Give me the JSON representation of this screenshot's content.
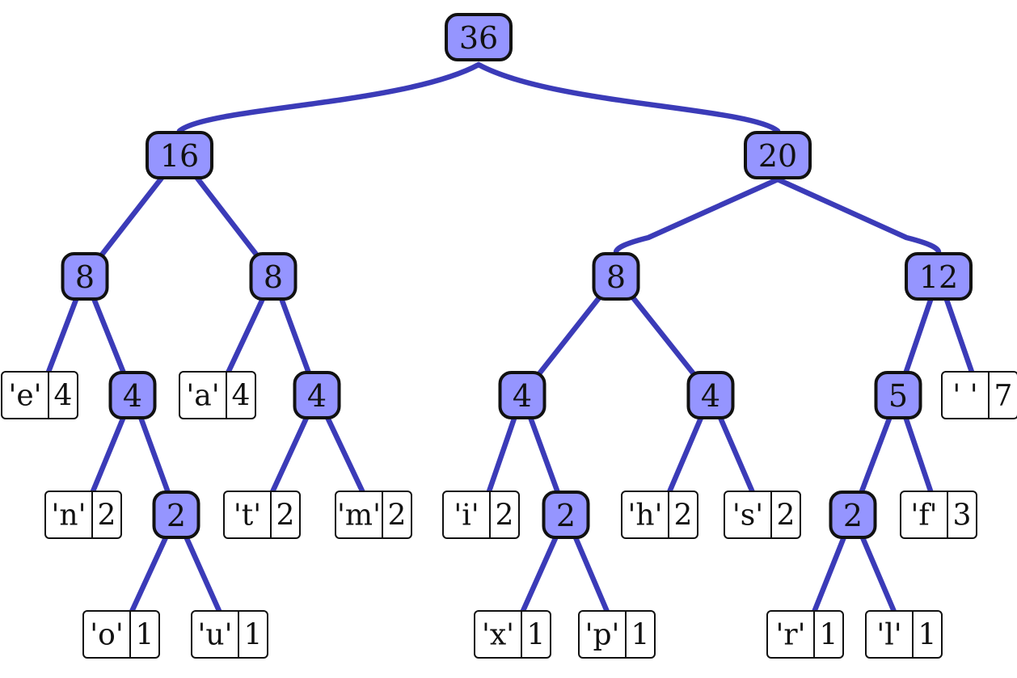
{
  "tree": {
    "nodes": [
      {
        "id": "n36",
        "kind": "internal",
        "weight": "36"
      },
      {
        "id": "n16",
        "kind": "internal",
        "weight": "16"
      },
      {
        "id": "n20",
        "kind": "internal",
        "weight": "20"
      },
      {
        "id": "n8a",
        "kind": "internal",
        "weight": "8"
      },
      {
        "id": "n8b",
        "kind": "internal",
        "weight": "8"
      },
      {
        "id": "n8c",
        "kind": "internal",
        "weight": "8"
      },
      {
        "id": "n12",
        "kind": "internal",
        "weight": "12"
      },
      {
        "id": "n4a",
        "kind": "internal",
        "weight": "4"
      },
      {
        "id": "n4b",
        "kind": "internal",
        "weight": "4"
      },
      {
        "id": "n4c",
        "kind": "internal",
        "weight": "4"
      },
      {
        "id": "n4d",
        "kind": "internal",
        "weight": "4"
      },
      {
        "id": "n5",
        "kind": "internal",
        "weight": "5"
      },
      {
        "id": "n2a",
        "kind": "internal",
        "weight": "2"
      },
      {
        "id": "n2b",
        "kind": "internal",
        "weight": "2"
      },
      {
        "id": "n2c",
        "kind": "internal",
        "weight": "2"
      },
      {
        "id": "le",
        "kind": "leaf",
        "symbol": "'e'",
        "count": "4"
      },
      {
        "id": "la",
        "kind": "leaf",
        "symbol": "'a'",
        "count": "4"
      },
      {
        "id": "lsp",
        "kind": "leaf",
        "symbol": "' '",
        "count": "7"
      },
      {
        "id": "ln",
        "kind": "leaf",
        "symbol": "'n'",
        "count": "2"
      },
      {
        "id": "lt",
        "kind": "leaf",
        "symbol": "'t'",
        "count": "2"
      },
      {
        "id": "lm",
        "kind": "leaf",
        "symbol": "'m'",
        "count": "2"
      },
      {
        "id": "li",
        "kind": "leaf",
        "symbol": "'i'",
        "count": "2"
      },
      {
        "id": "lh",
        "kind": "leaf",
        "symbol": "'h'",
        "count": "2"
      },
      {
        "id": "ls",
        "kind": "leaf",
        "symbol": "'s'",
        "count": "2"
      },
      {
        "id": "lf",
        "kind": "leaf",
        "symbol": "'f'",
        "count": "3"
      },
      {
        "id": "lo",
        "kind": "leaf",
        "symbol": "'o'",
        "count": "1"
      },
      {
        "id": "lu",
        "kind": "leaf",
        "symbol": "'u'",
        "count": "1"
      },
      {
        "id": "lx",
        "kind": "leaf",
        "symbol": "'x'",
        "count": "1"
      },
      {
        "id": "lp",
        "kind": "leaf",
        "symbol": "'p'",
        "count": "1"
      },
      {
        "id": "lr",
        "kind": "leaf",
        "symbol": "'r'",
        "count": "1"
      },
      {
        "id": "ll",
        "kind": "leaf",
        "symbol": "'l'",
        "count": "1"
      }
    ],
    "edges": [
      [
        "n36",
        "n16"
      ],
      [
        "n36",
        "n20"
      ],
      [
        "n16",
        "n8a"
      ],
      [
        "n16",
        "n8b"
      ],
      [
        "n20",
        "n8c"
      ],
      [
        "n20",
        "n12"
      ],
      [
        "n8a",
        "le"
      ],
      [
        "n8a",
        "n4a"
      ],
      [
        "n8b",
        "la"
      ],
      [
        "n8b",
        "n4b"
      ],
      [
        "n8c",
        "n4c"
      ],
      [
        "n8c",
        "n4d"
      ],
      [
        "n12",
        "n5"
      ],
      [
        "n12",
        "lsp"
      ],
      [
        "n4a",
        "ln"
      ],
      [
        "n4a",
        "n2a"
      ],
      [
        "n4b",
        "lt"
      ],
      [
        "n4b",
        "lm"
      ],
      [
        "n4c",
        "li"
      ],
      [
        "n4c",
        "n2b"
      ],
      [
        "n4d",
        "lh"
      ],
      [
        "n4d",
        "ls"
      ],
      [
        "n5",
        "n2c"
      ],
      [
        "n5",
        "lf"
      ],
      [
        "n2a",
        "lo"
      ],
      [
        "n2a",
        "lu"
      ],
      [
        "n2b",
        "lx"
      ],
      [
        "n2b",
        "lp"
      ],
      [
        "n2c",
        "lr"
      ],
      [
        "n2c",
        "ll"
      ]
    ]
  },
  "colors": {
    "internal_fill": "#9595ff",
    "edge": "#3b3bb8",
    "outline": "#111111",
    "leaf_fill": "#ffffff"
  }
}
